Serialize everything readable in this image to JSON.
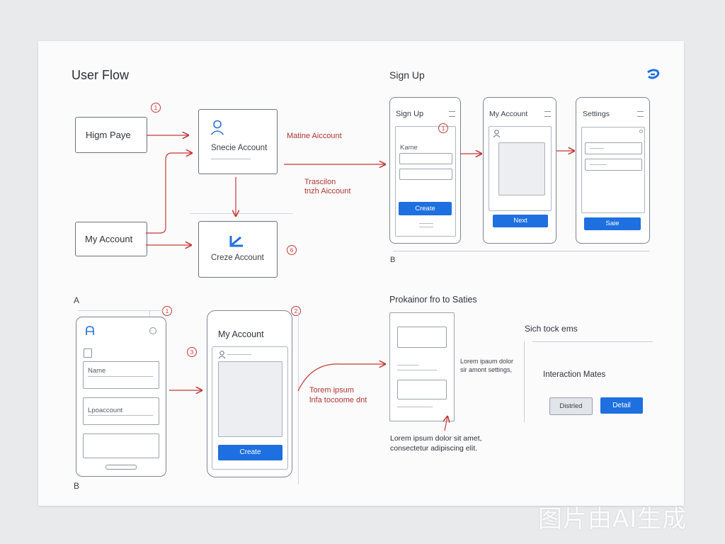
{
  "user_flow": {
    "title": "User Flow",
    "nodes": {
      "high_page": "Higm Paye",
      "my_account": "My Account",
      "search_account": "Snecie Account",
      "create_account": "Creze Account"
    },
    "markers": [
      "1",
      "6"
    ],
    "annotations": {
      "top_right": "Matine Aiccount",
      "transition_1": "Trascilon",
      "transition_2": "tnzh Aiccount"
    }
  },
  "sign_up": {
    "title": "Sign Up",
    "marker": "1",
    "screens": [
      {
        "title": "Sign Up",
        "field_label": "Kame",
        "button": "Create"
      },
      {
        "title": "My Account",
        "button": "Next"
      },
      {
        "title": "Settings",
        "button": "Saie"
      }
    ],
    "section_label": "B"
  },
  "section_a": {
    "label": "A",
    "markers": [
      "1",
      "2",
      "3"
    ],
    "phone1": {
      "field1": "Name",
      "field2": "Lpoaccount"
    },
    "phone2": {
      "title": "My Account",
      "button": "Create"
    },
    "arrow_note_1": "Torem ipsum",
    "arrow_note_2": "lnfa tocoome dnt",
    "section_label": "B"
  },
  "problem": {
    "title": "Prokainor fro to Saties",
    "note_1": "Lorem ipaum dolor",
    "note_2": "sir amont settings,",
    "caption_1": "Lorem ipsum dolor sit amet,",
    "caption_2": "consectetur adipiscing elit."
  },
  "interaction": {
    "header": "Sich tock ems",
    "title": "Interaction Mates",
    "btn_secondary": "Distrled",
    "btn_primary": "Detail"
  },
  "colors": {
    "accent_blue": "#1e6fe0",
    "arrow_red": "#c23a36",
    "outline": "#6c7380"
  },
  "watermark": "图片由AI生成",
  "logo_icon": "swirl-logo-icon"
}
